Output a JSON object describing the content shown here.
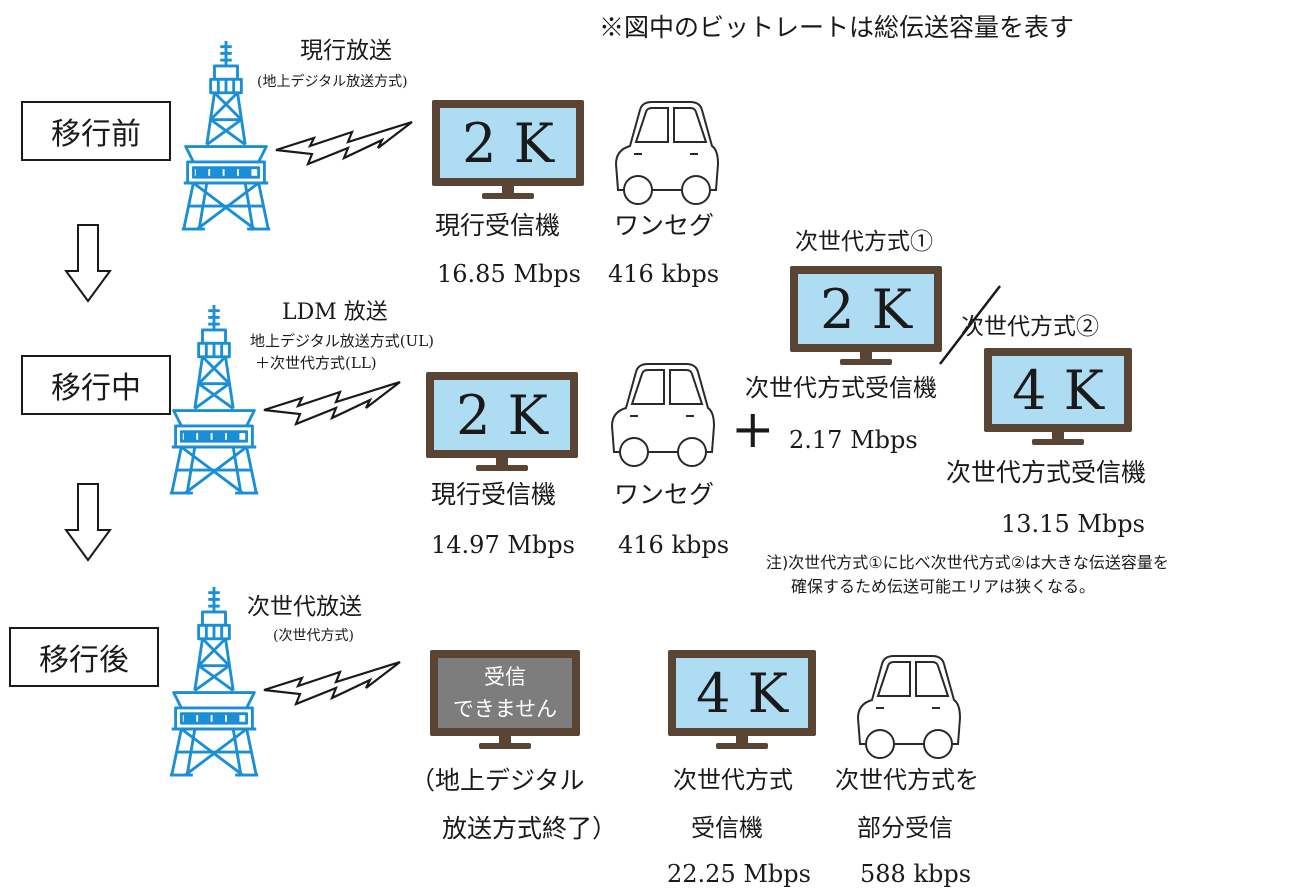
{
  "note_top": "※図中のビットレートは総伝送容量を表す",
  "stages": {
    "before": "移行前",
    "during": "移行中",
    "after": "移行後"
  },
  "before": {
    "broadcast_title": "現行放送",
    "broadcast_sub": "(地上デジタル放送方式)",
    "tv_label": "2 K",
    "receiver_label": "現行受信機",
    "receiver_rate": "16.85 Mbps",
    "oneseg_label": "ワンセグ",
    "oneseg_rate": "416 kbps"
  },
  "during": {
    "broadcast_title": "LDM 放送",
    "broadcast_sub1": "地上デジタル放送方式(UL)",
    "broadcast_sub2": "＋次世代方式(LL)",
    "tv_label": "2 K",
    "receiver_label": "現行受信機",
    "receiver_rate": "14.97 Mbps",
    "oneseg_label": "ワンセグ",
    "oneseg_rate": "416 kbps",
    "plus": "+",
    "next1_title": "次世代方式①",
    "next1_tv_label": "2 K",
    "next1_receiver_label": "次世代方式受信機",
    "next1_rate": "2.17 Mbps",
    "next2_title": "次世代方式②",
    "next2_tv_label": "4 K",
    "next2_receiver_label": "次世代方式受信機",
    "next2_rate": "13.15 Mbps",
    "footnote1": "注)次世代方式①に比べ次世代方式②は大きな伝送容量を",
    "footnote2": "確保するため伝送可能エリアは狭くなる。"
  },
  "after": {
    "broadcast_title": "次世代放送",
    "broadcast_sub": "(次世代方式)",
    "nosignal_line1": "受信",
    "nosignal_line2": "できません",
    "ended_line1": "（地上デジタル",
    "ended_line2": "放送方式終了）",
    "tv_label": "4 K",
    "receiver_line1": "次世代方式",
    "receiver_line2": "受信機",
    "receiver_rate": "22.25 Mbps",
    "car_line1": "次世代方式を",
    "car_line2": "部分受信",
    "car_rate": "588 kbps"
  },
  "colors": {
    "tower": "#1b8fd6",
    "tv_frame": "#5a4434",
    "tv_screen": "#aedcf3",
    "tv_disabled_screen": "#7d7d7d"
  }
}
